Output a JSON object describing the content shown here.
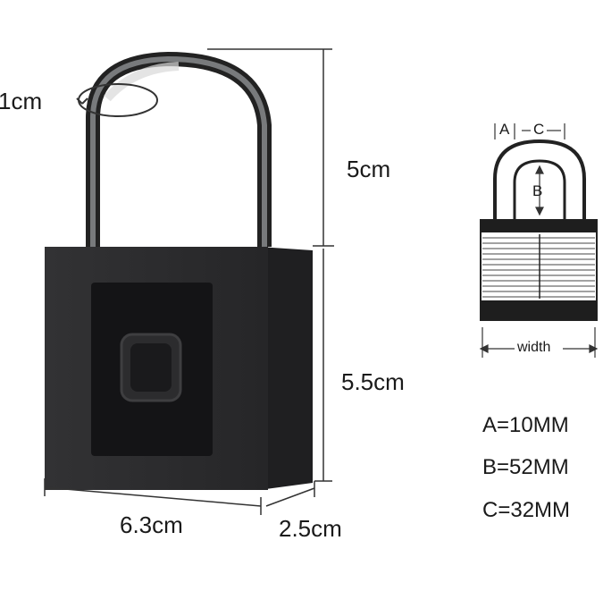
{
  "dimensions": {
    "shackle_thickness": "1cm",
    "shackle_height": "5cm",
    "body_height": "5.5cm",
    "body_width": "6.3cm",
    "body_depth": "2.5cm"
  },
  "schematic": {
    "label_a": "A",
    "label_b": "B",
    "label_c": "C",
    "label_width": "width"
  },
  "specs": [
    {
      "text": "A=10MM"
    },
    {
      "text": "B=52MM"
    },
    {
      "text": "C=32MM"
    }
  ],
  "colors": {
    "body": "#2b2b2d",
    "body_side": "#1f1f21",
    "sensor_panel": "#141416",
    "shackle": "#2a2a2a"
  }
}
